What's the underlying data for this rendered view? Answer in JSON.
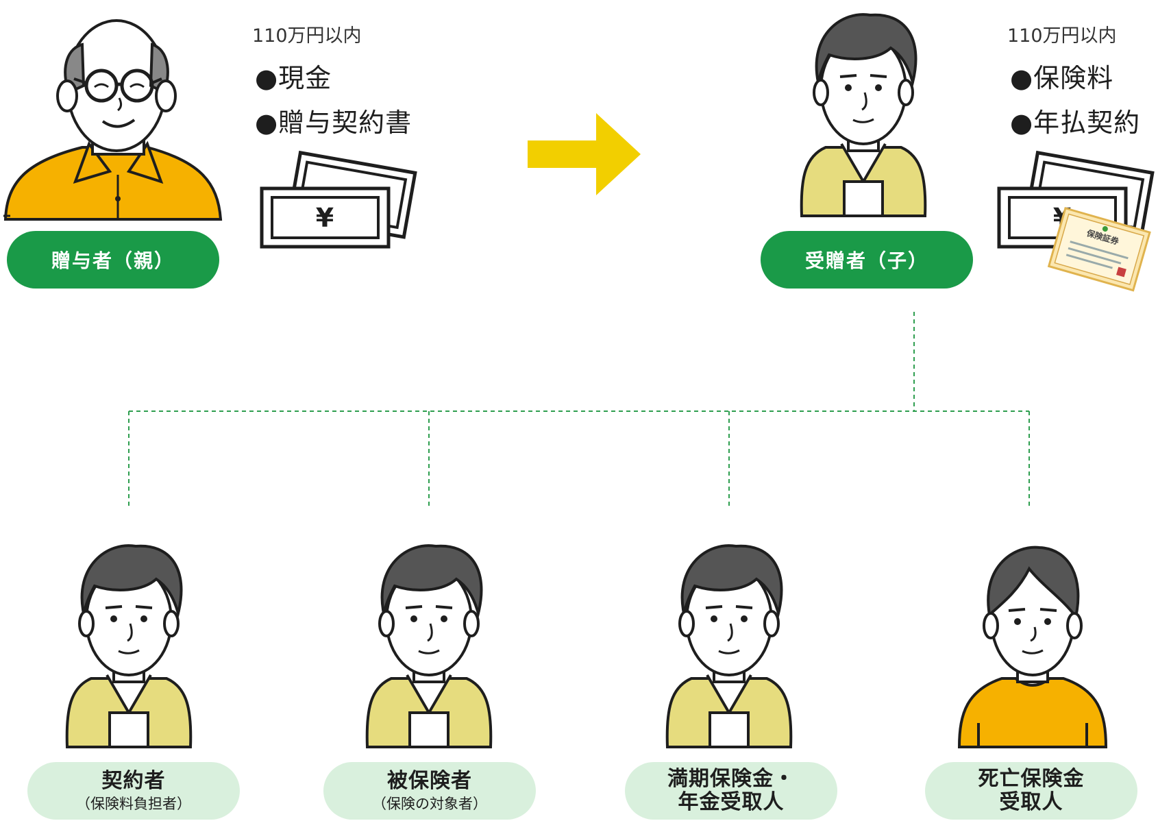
{
  "donor": {
    "label": "贈与者（親）",
    "amount": "110万円以内",
    "items": [
      "●現金",
      "●贈与契約書"
    ]
  },
  "recipient": {
    "label": "受贈者（子）",
    "amount": "110万円以内",
    "items": [
      "●保険料",
      "●年払契約"
    ],
    "certificate_text": "保険証券"
  },
  "money_symbol": "¥",
  "roles": [
    {
      "main": "契約者",
      "sub": "（保険料負担者）"
    },
    {
      "main": "被保険者",
      "sub": "（保険の対象者）"
    },
    {
      "main": "満期保険金・",
      "sub": "年金受取人"
    },
    {
      "main": "死亡保険金",
      "sub": "受取人"
    }
  ],
  "colors": {
    "dark_green": "#1a9a48",
    "light_green": "#d9f0dd",
    "arrow_yellow": "#f2cf00",
    "shirt_orange": "#f6b100",
    "cardigan_yellow": "#e6dc7e",
    "connector_green": "#2e9e4f"
  },
  "icons": [
    "elderly-man-icon",
    "young-man-icon",
    "cash-icon",
    "insurance-certificate-icon",
    "right-arrow-icon"
  ]
}
